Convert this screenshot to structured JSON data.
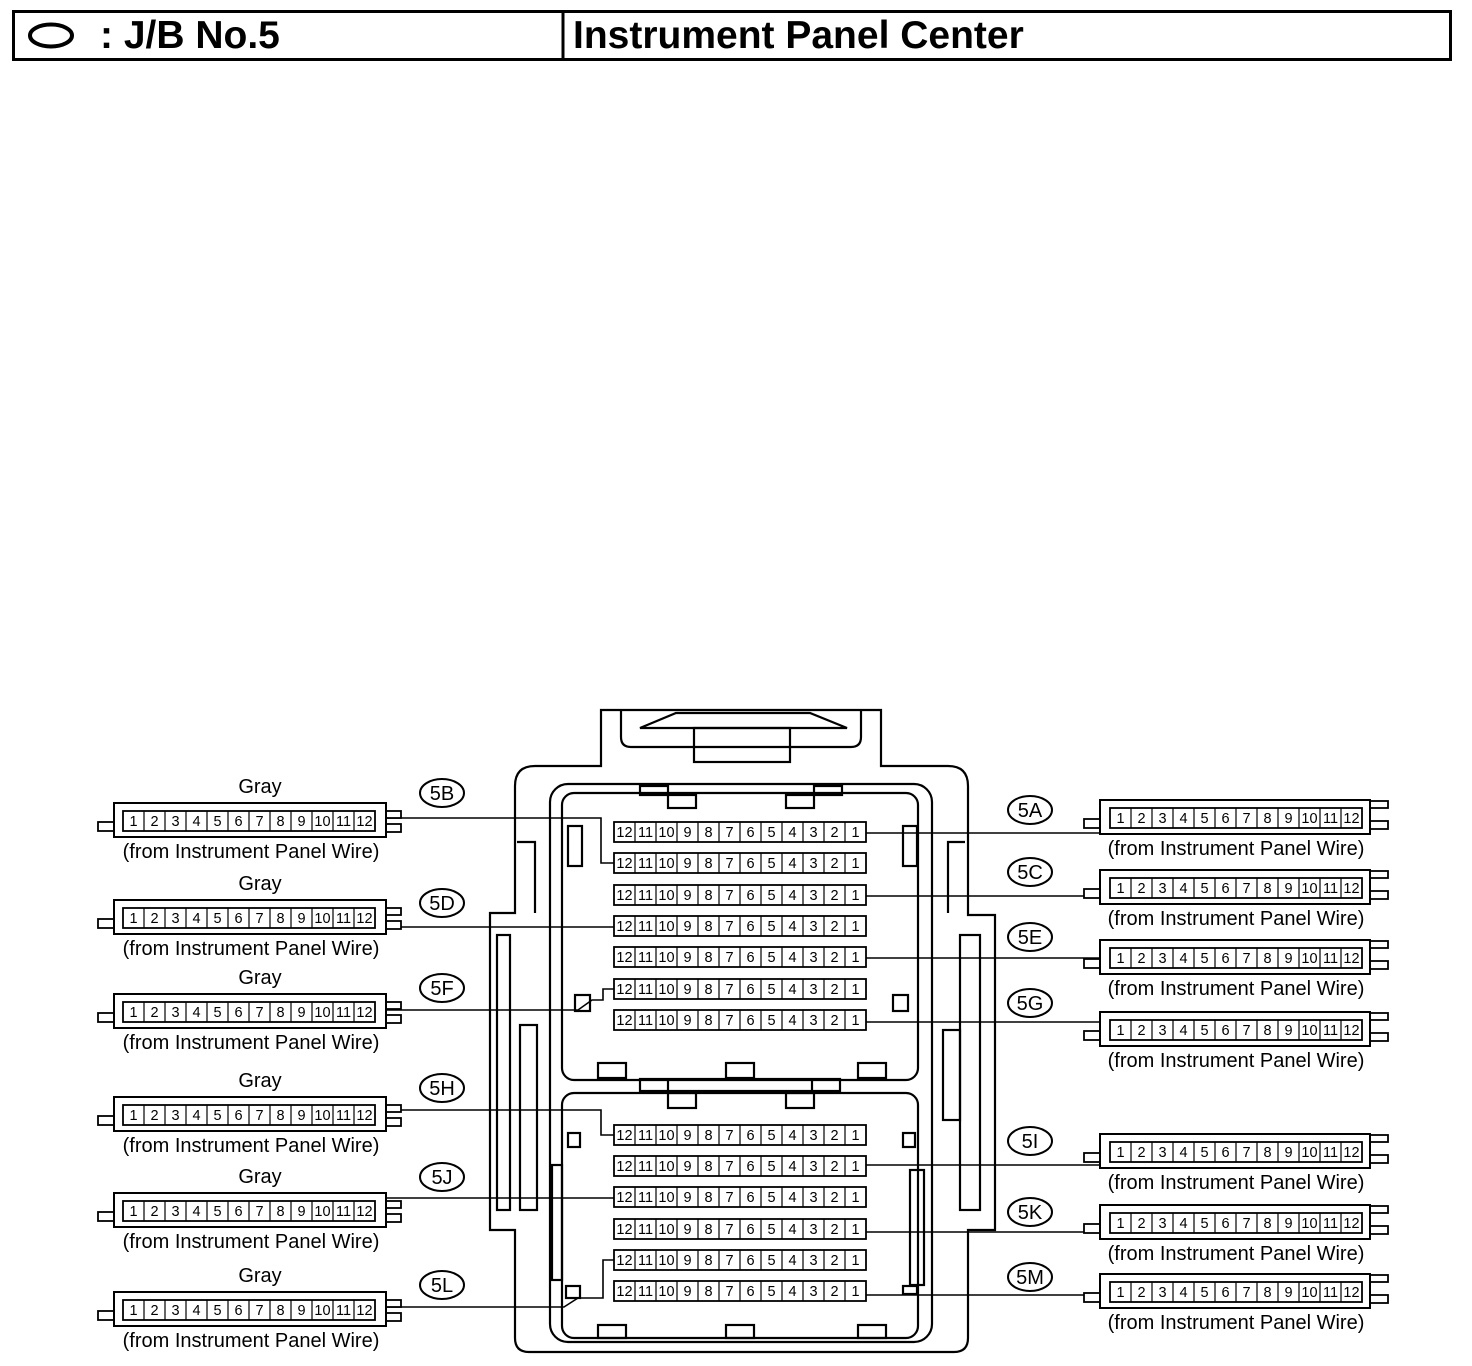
{
  "header": {
    "symbol_icon": "oval-icon",
    "junction_block_label": ": J/B No.5",
    "location_label": "Instrument Panel Center"
  },
  "connectors": [
    {
      "id": "5A",
      "terminals": [
        "1",
        "2",
        "3",
        "4",
        "5",
        "6",
        "7",
        "8",
        "9",
        "10",
        "11",
        "12"
      ],
      "caption": "(from Instrument Panel Wire)",
      "block_terminals": [
        "12",
        "11",
        "10",
        "9",
        "8",
        "7",
        "6",
        "5",
        "4",
        "3",
        "2",
        "1"
      ]
    },
    {
      "id": "5B",
      "color": "Gray",
      "terminals": [
        "1",
        "2",
        "3",
        "4",
        "5",
        "6",
        "7",
        "8",
        "9",
        "10",
        "11",
        "12"
      ],
      "caption": "(from Instrument Panel Wire)",
      "block_terminals": [
        "12",
        "11",
        "10",
        "9",
        "8",
        "7",
        "6",
        "5",
        "4",
        "3",
        "2",
        "1"
      ]
    },
    {
      "id": "5C",
      "terminals": [
        "1",
        "2",
        "3",
        "4",
        "5",
        "6",
        "7",
        "8",
        "9",
        "10",
        "11",
        "12"
      ],
      "caption": "(from Instrument Panel Wire)",
      "block_terminals": [
        "12",
        "11",
        "10",
        "9",
        "8",
        "7",
        "6",
        "5",
        "4",
        "3",
        "2",
        "1"
      ]
    },
    {
      "id": "5D",
      "color": "Gray",
      "terminals": [
        "1",
        "2",
        "3",
        "4",
        "5",
        "6",
        "7",
        "8",
        "9",
        "10",
        "11",
        "12"
      ],
      "caption": "(from Instrument Panel Wire)",
      "block_terminals": [
        "12",
        "11",
        "10",
        "9",
        "8",
        "7",
        "6",
        "5",
        "4",
        "3",
        "2",
        "1"
      ]
    },
    {
      "id": "5E",
      "terminals": [
        "1",
        "2",
        "3",
        "4",
        "5",
        "6",
        "7",
        "8",
        "9",
        "10",
        "11",
        "12"
      ],
      "caption": "(from Instrument Panel Wire)",
      "block_terminals": [
        "12",
        "11",
        "10",
        "9",
        "8",
        "7",
        "6",
        "5",
        "4",
        "3",
        "2",
        "1"
      ]
    },
    {
      "id": "5F",
      "color": "Gray",
      "terminals": [
        "1",
        "2",
        "3",
        "4",
        "5",
        "6",
        "7",
        "8",
        "9",
        "10",
        "11",
        "12"
      ],
      "caption": "(from Instrument Panel Wire)",
      "block_terminals": [
        "12",
        "11",
        "10",
        "9",
        "8",
        "7",
        "6",
        "5",
        "4",
        "3",
        "2",
        "1"
      ]
    },
    {
      "id": "5G",
      "terminals": [
        "1",
        "2",
        "3",
        "4",
        "5",
        "6",
        "7",
        "8",
        "9",
        "10",
        "11",
        "12"
      ],
      "caption": "(from Instrument Panel Wire)",
      "block_terminals": [
        "12",
        "11",
        "10",
        "9",
        "8",
        "7",
        "6",
        "5",
        "4",
        "3",
        "2",
        "1"
      ]
    },
    {
      "id": "5H",
      "color": "Gray",
      "terminals": [
        "1",
        "2",
        "3",
        "4",
        "5",
        "6",
        "7",
        "8",
        "9",
        "10",
        "11",
        "12"
      ],
      "caption": "(from Instrument Panel Wire)",
      "block_terminals": [
        "12",
        "11",
        "10",
        "9",
        "8",
        "7",
        "6",
        "5",
        "4",
        "3",
        "2",
        "1"
      ]
    },
    {
      "id": "5I",
      "terminals": [
        "1",
        "2",
        "3",
        "4",
        "5",
        "6",
        "7",
        "8",
        "9",
        "10",
        "11",
        "12"
      ],
      "caption": "(from Instrument Panel Wire)",
      "block_terminals": [
        "12",
        "11",
        "10",
        "9",
        "8",
        "7",
        "6",
        "5",
        "4",
        "3",
        "2",
        "1"
      ]
    },
    {
      "id": "5J",
      "color": "Gray",
      "terminals": [
        "1",
        "2",
        "3",
        "4",
        "5",
        "6",
        "7",
        "8",
        "9",
        "10",
        "11",
        "12"
      ],
      "caption": "(from Instrument Panel Wire)",
      "block_terminals": [
        "12",
        "11",
        "10",
        "9",
        "8",
        "7",
        "6",
        "5",
        "4",
        "3",
        "2",
        "1"
      ]
    },
    {
      "id": "5K",
      "terminals": [
        "1",
        "2",
        "3",
        "4",
        "5",
        "6",
        "7",
        "8",
        "9",
        "10",
        "11",
        "12"
      ],
      "caption": "(from Instrument Panel Wire)",
      "block_terminals": [
        "12",
        "11",
        "10",
        "9",
        "8",
        "7",
        "6",
        "5",
        "4",
        "3",
        "2",
        "1"
      ]
    },
    {
      "id": "5L",
      "color": "Gray",
      "terminals": [
        "1",
        "2",
        "3",
        "4",
        "5",
        "6",
        "7",
        "8",
        "9",
        "10",
        "11",
        "12"
      ],
      "caption": "(from Instrument Panel Wire)",
      "block_terminals": [
        "12",
        "11",
        "10",
        "9",
        "8",
        "7",
        "6",
        "5",
        "4",
        "3",
        "2",
        "1"
      ]
    },
    {
      "id": "5M",
      "terminals": [
        "1",
        "2",
        "3",
        "4",
        "5",
        "6",
        "7",
        "8",
        "9",
        "10",
        "11",
        "12"
      ],
      "caption": "(from Instrument Panel Wire)",
      "block_terminals": [
        "12",
        "11",
        "10",
        "9",
        "8",
        "7",
        "6",
        "5",
        "4",
        "3",
        "2",
        "1"
      ]
    }
  ]
}
